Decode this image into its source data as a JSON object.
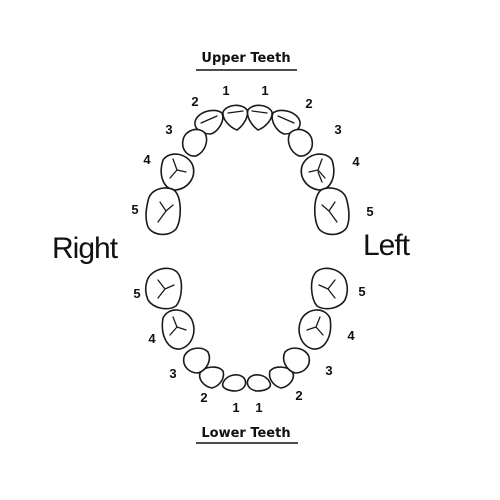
{
  "upper_title": "Upper Teeth",
  "lower_title": "Lower Teeth",
  "side_right": "Right",
  "side_left": "Left",
  "upper": {
    "right": [
      "1",
      "2",
      "3",
      "4",
      "5"
    ],
    "left": [
      "1",
      "2",
      "3",
      "4",
      "5"
    ]
  },
  "lower": {
    "right": [
      "1",
      "2",
      "3",
      "4",
      "5"
    ],
    "left": [
      "1",
      "2",
      "3",
      "4",
      "5"
    ]
  }
}
